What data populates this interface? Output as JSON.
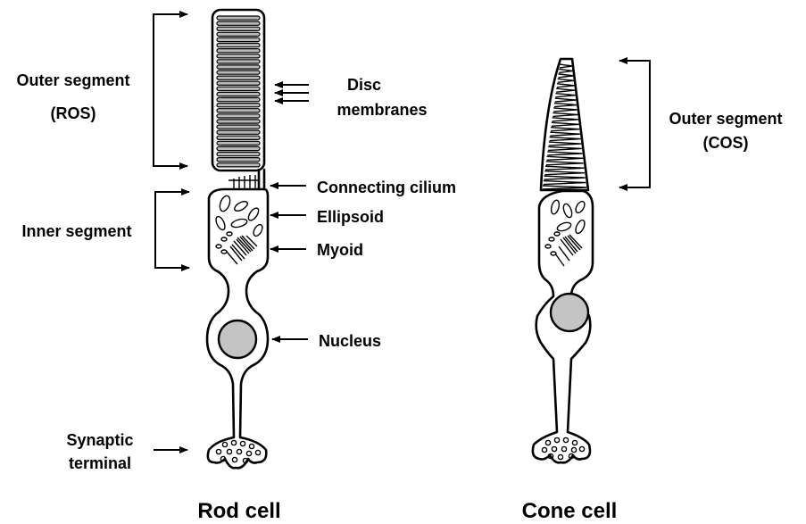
{
  "labels": {
    "outer_segment_rod_line1": "Outer segment",
    "outer_segment_rod_line2": "(ROS)",
    "disc_line1": "Disc",
    "disc_line2": "membranes",
    "connecting_cilium": "Connecting cilium",
    "ellipsoid": "Ellipsoid",
    "myoid": "Myoid",
    "inner_segment": "Inner segment",
    "nucleus": "Nucleus",
    "synaptic_line1": "Synaptic",
    "synaptic_line2": "terminal",
    "outer_segment_cone_line1": "Outer segment",
    "outer_segment_cone_line2": "(COS)",
    "rod_title": "Rod cell",
    "cone_title": "Cone cell"
  }
}
